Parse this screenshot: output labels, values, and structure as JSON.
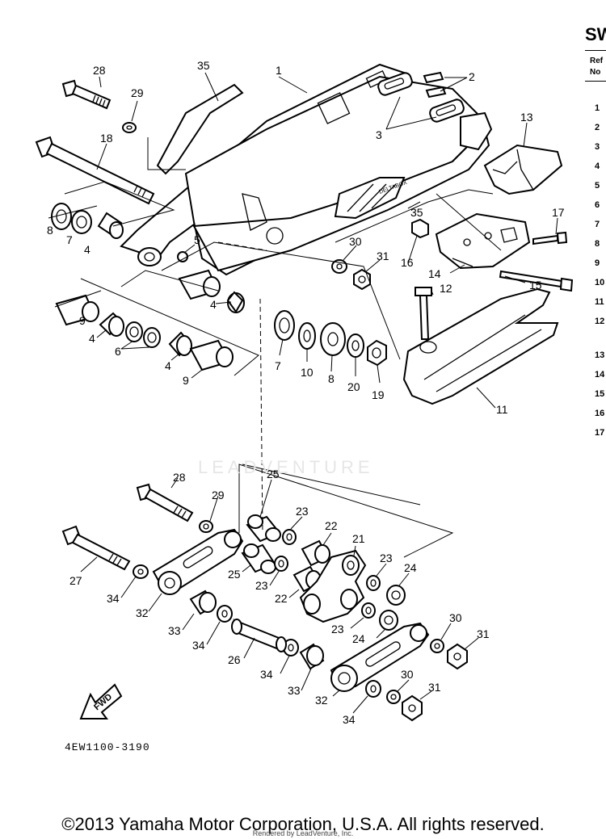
{
  "sidebar": {
    "title": "SW",
    "col_ref": "Ref",
    "col_no": "No",
    "numbers": [
      "1",
      "2",
      "3",
      "4",
      "5",
      "6",
      "7",
      "8",
      "9",
      "10",
      "11",
      "12",
      "13",
      "14",
      "15",
      "16",
      "17"
    ]
  },
  "diagram": {
    "drawing_number": "4EW1100-3190",
    "fwd_label": "FWD",
    "arm_stamp": "DELTABOX",
    "watermark": "LEADVENTURE",
    "callouts": [
      {
        "id": "c28a",
        "text": "28"
      },
      {
        "id": "c35a",
        "text": "35"
      },
      {
        "id": "c1",
        "text": "1"
      },
      {
        "id": "c2",
        "text": "2"
      },
      {
        "id": "c29a",
        "text": "29"
      },
      {
        "id": "c3",
        "text": "3"
      },
      {
        "id": "c13",
        "text": "13"
      },
      {
        "id": "c18",
        "text": "18"
      },
      {
        "id": "c17",
        "text": "17"
      },
      {
        "id": "c35b",
        "text": "35"
      },
      {
        "id": "c8a",
        "text": "8"
      },
      {
        "id": "c7a",
        "text": "7"
      },
      {
        "id": "c4a",
        "text": "4"
      },
      {
        "id": "c5",
        "text": "5"
      },
      {
        "id": "c30a",
        "text": "30"
      },
      {
        "id": "c31a",
        "text": "31"
      },
      {
        "id": "c16",
        "text": "16"
      },
      {
        "id": "c14",
        "text": "14"
      },
      {
        "id": "c15",
        "text": "15"
      },
      {
        "id": "c4b",
        "text": "4"
      },
      {
        "id": "c12",
        "text": "12"
      },
      {
        "id": "c9a",
        "text": "9"
      },
      {
        "id": "c4c",
        "text": "4"
      },
      {
        "id": "c6",
        "text": "6"
      },
      {
        "id": "c7b",
        "text": "7"
      },
      {
        "id": "c10",
        "text": "10"
      },
      {
        "id": "c8b",
        "text": "8"
      },
      {
        "id": "c20",
        "text": "20"
      },
      {
        "id": "c19",
        "text": "19"
      },
      {
        "id": "c4d",
        "text": "4"
      },
      {
        "id": "c9b",
        "text": "9"
      },
      {
        "id": "c11",
        "text": "11"
      },
      {
        "id": "c28b",
        "text": "28"
      },
      {
        "id": "c29b",
        "text": "29"
      },
      {
        "id": "c25a",
        "text": "25"
      },
      {
        "id": "c23a",
        "text": "23"
      },
      {
        "id": "c22a",
        "text": "22"
      },
      {
        "id": "c21",
        "text": "21"
      },
      {
        "id": "c27",
        "text": "27"
      },
      {
        "id": "c25b",
        "text": "25"
      },
      {
        "id": "c23b",
        "text": "23"
      },
      {
        "id": "c22b",
        "text": "22"
      },
      {
        "id": "c23c",
        "text": "23"
      },
      {
        "id": "c24a",
        "text": "24"
      },
      {
        "id": "c34a",
        "text": "34"
      },
      {
        "id": "c32a",
        "text": "32"
      },
      {
        "id": "c33a",
        "text": "33"
      },
      {
        "id": "c23d",
        "text": "23"
      },
      {
        "id": "c24b",
        "text": "24"
      },
      {
        "id": "c34b",
        "text": "34"
      },
      {
        "id": "c26",
        "text": "26"
      },
      {
        "id": "c30b",
        "text": "30"
      },
      {
        "id": "c31b",
        "text": "31"
      },
      {
        "id": "c34c",
        "text": "34"
      },
      {
        "id": "c33b",
        "text": "33"
      },
      {
        "id": "c32b",
        "text": "32"
      },
      {
        "id": "c30c",
        "text": "30"
      },
      {
        "id": "c31c",
        "text": "31"
      },
      {
        "id": "c34d",
        "text": "34"
      }
    ]
  },
  "footer": {
    "copyright": "©2013 Yamaha Motor Corporation, U.S.A. All rights reserved.",
    "rendered_by": "Rendered by LeadVenture, Inc."
  }
}
